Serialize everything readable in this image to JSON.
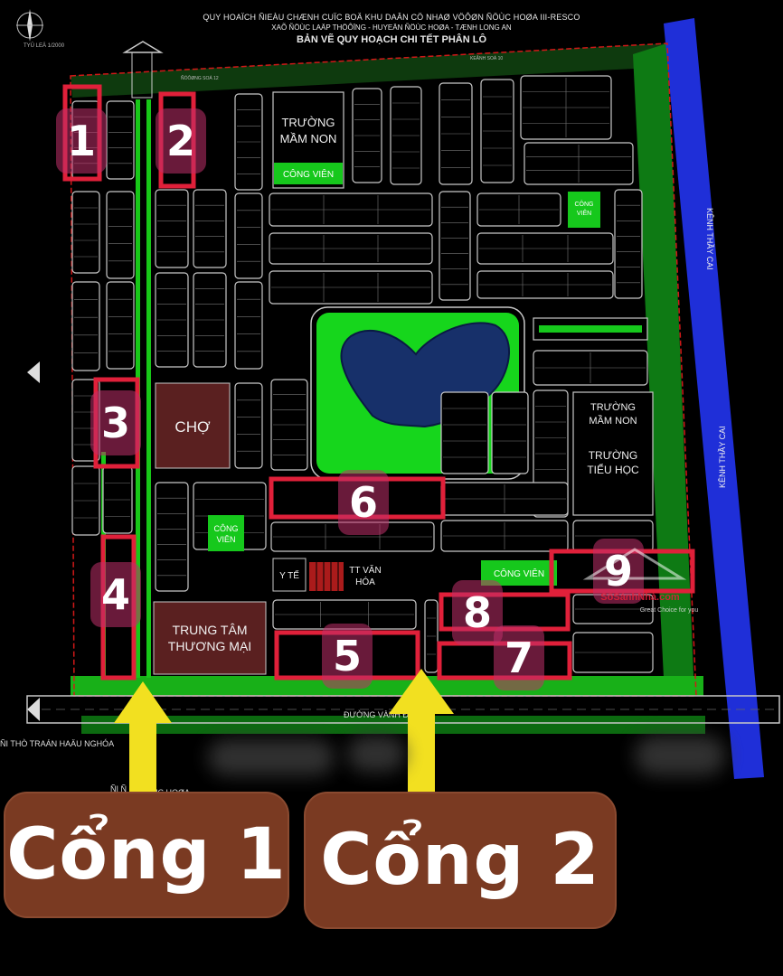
{
  "header": {
    "line1": "QUY HOAÏCH ÑIEÀU CHÆNH CUÏC BOÄ KHU DAÂN CÖ NHAØ VÖÔØN ÑÖÙC HOØA III-RESCO",
    "line2": "XAÕ ÑÖÙC LAÄP THÖÔÏNG - HUYEÄN ÑÖÙC HOØA - TÆNH LONG AN",
    "line3": "BẢN VẼ QUY HOẠCH CHI TẾT PHÂN LÔ"
  },
  "compass_label": "TYÛ LEÄ 1/2000",
  "labels": {
    "school1": [
      "TRƯỜNG",
      "MẦM NON"
    ],
    "park1": "CÔNG VIÊN",
    "park2": [
      "CÔNG",
      "VIÊN"
    ],
    "cho": "CHỢ",
    "school2": [
      "TRƯỜNG",
      "MẦM NON"
    ],
    "school3": [
      "TRƯỜNG",
      "TIỂU HỌC"
    ],
    "park3": [
      "CÔNG",
      "VIÊN"
    ],
    "yte": "Y TẾ",
    "ttvh": [
      "TT VĂN",
      "HÓA"
    ],
    "park4": "CÔNG VIÊN",
    "ttm": [
      "TRUNG TÂM",
      "THƯƠNG MẠI"
    ],
    "canal": "KÊNH THẦY CAI",
    "ring_road": "ĐƯỜNG VÀNH ĐAI",
    "left_road": "ÑI THÒ TRAÁN HAÄU NGHÓA",
    "left_road2": "ÑI Ñ",
    "left_road3": "ÑC HOØA",
    "top_road1": "ÑÖÔØNG SOÁ 12",
    "top_road2": "KEÂNH SOÁ 10",
    "watermark": "SốSánhNhà.com",
    "watermark_sub": "Great Choice for you"
  },
  "lots": [
    "1",
    "2",
    "3",
    "4",
    "5",
    "6",
    "7",
    "8",
    "9"
  ],
  "gates": [
    "Cổng 1",
    "Cổng 2"
  ],
  "colors": {
    "road_line": "#c8c8c8",
    "green": "#1fd21f",
    "water": "#1a3a8a",
    "canal": "#1f2fd8",
    "market": "#5a2020",
    "highlight": "#e0203a",
    "arrow": "#f2e020",
    "gate_bg": "#7a3a22"
  }
}
